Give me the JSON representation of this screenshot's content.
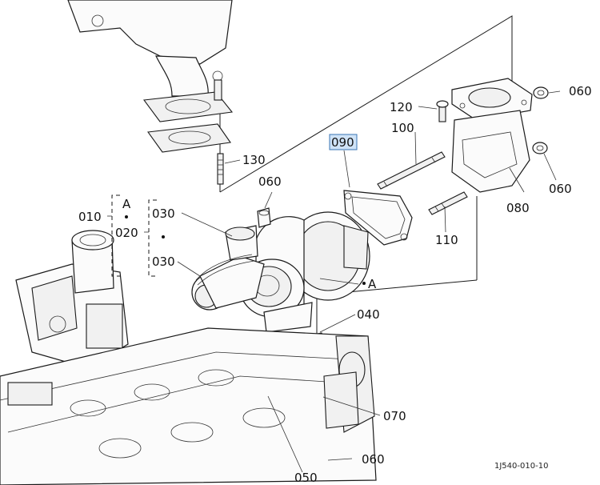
{
  "callouts": {
    "p010": "010",
    "p020": "020",
    "p030a": "030",
    "p030b": "030",
    "p040": "040",
    "p050": "050",
    "p060a": "060",
    "p060b": "060",
    "p060c": "060",
    "p060d": "060",
    "p070": "070",
    "p080": "080",
    "p090": "090",
    "p100": "100",
    "p110": "110",
    "p120": "120",
    "p130": "130",
    "refA1": "A",
    "refA2": "A"
  },
  "highlighted_part": "090",
  "highlight_color": "#cfe3f7",
  "drawing_id": "1J540-010-10"
}
